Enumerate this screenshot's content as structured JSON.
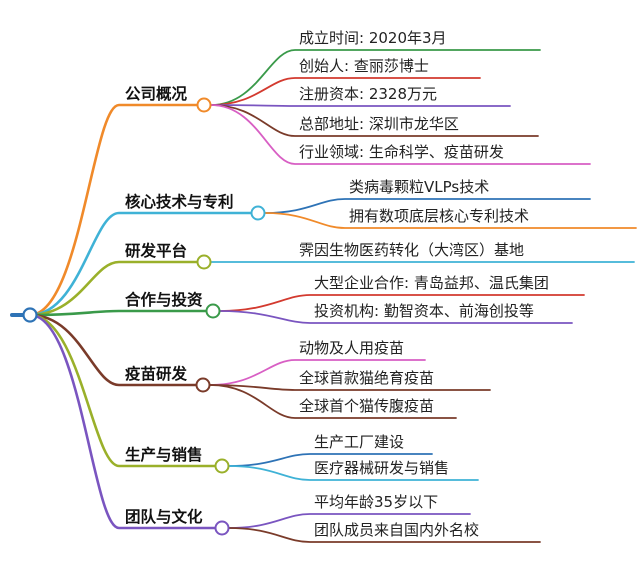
{
  "branches": [
    {
      "label": "公司概况",
      "color": "#f08a2a",
      "leaves": [
        {
          "label": "成立时间: 2020年3月",
          "color": "#3a9a4a"
        },
        {
          "label": "创始人: 查丽莎博士",
          "color": "#d33a2f"
        },
        {
          "label": "注册资本: 2328万元",
          "color": "#7a55c0"
        },
        {
          "label": "总部地址: 深圳市龙华区",
          "color": "#7a3b2a"
        },
        {
          "label": "行业领域: 生命科学、疫苗研发",
          "color": "#d85fc4"
        }
      ]
    },
    {
      "label": "核心技术与专利",
      "color": "#3fb2d6",
      "leaves": [
        {
          "label": "类病毒颗粒VLPs技术",
          "color": "#2e73b6"
        },
        {
          "label": "拥有数项底层核心专利技术",
          "color": "#f08a2a"
        }
      ]
    },
    {
      "label": "研发平台",
      "color": "#9ab02a",
      "leaves": [
        {
          "label": "霁因生物医药转化（大湾区）基地",
          "color": "#3fb2d6"
        }
      ]
    },
    {
      "label": "合作与投资",
      "color": "#3a9a4a",
      "leaves": [
        {
          "label": "大型企业合作: 青岛益邦、温氏集团",
          "color": "#d33a2f"
        },
        {
          "label": "投资机构: 勤智资本、前海创投等",
          "color": "#7a55c0"
        }
      ]
    },
    {
      "label": "疫苗研发",
      "color": "#7a3b2a",
      "leaves": [
        {
          "label": "动物及人用疫苗",
          "color": "#d85fc4"
        },
        {
          "label": "全球首款猫绝育疫苗",
          "color": "#7a3b2a"
        },
        {
          "label": "全球首个猫传腹疫苗",
          "color": "#7a3b2a"
        }
      ]
    },
    {
      "label": "生产与销售",
      "color": "#9ab02a",
      "leaves": [
        {
          "label": "生产工厂建设",
          "color": "#2e73b6"
        },
        {
          "label": "医疗器械研发与销售",
          "color": "#3fb2d6"
        }
      ]
    },
    {
      "label": "团队与文化",
      "color": "#7a55c0",
      "leaves": [
        {
          "label": "平均年龄35岁以下",
          "color": "#7a55c0"
        },
        {
          "label": "团队成员来自国内外名校",
          "color": "#7a3b2a"
        }
      ]
    }
  ]
}
